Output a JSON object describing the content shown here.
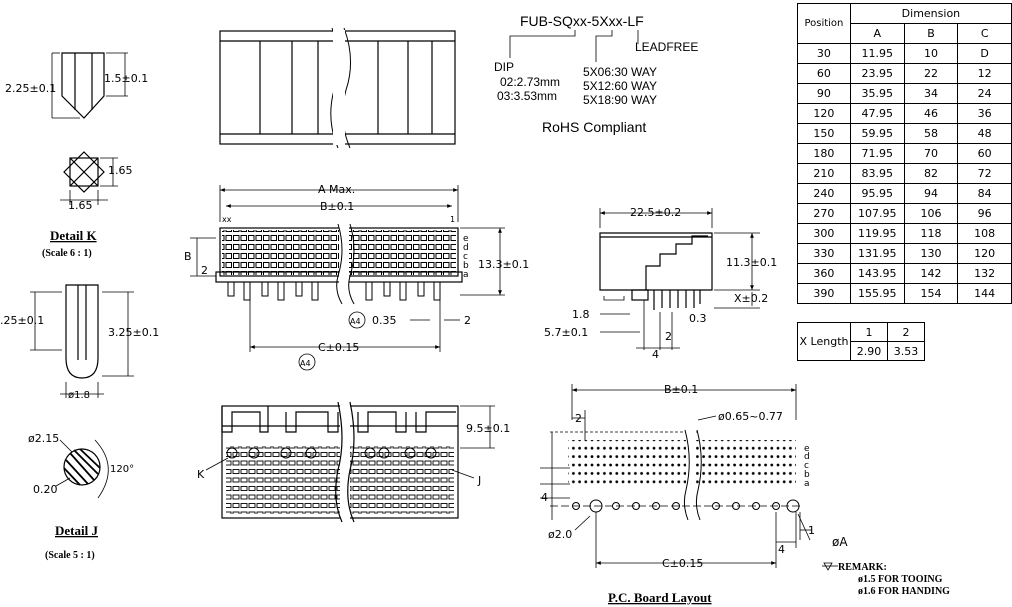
{
  "part_number": {
    "code": "FUB-SQxx-5Xxx-LF",
    "leadfree": "LEADFREE",
    "dip_title": "DIP",
    "dip_opts": [
      "02:2.73mm",
      "03:3.53mm"
    ],
    "way_opts": [
      "5X06:30 WAY",
      "5X12:60 WAY",
      "5X18:90 WAY"
    ],
    "rohs": "RoHS Compliant"
  },
  "detail_k": {
    "title": "Detail  K",
    "scale": "(Scale  6  :  1)",
    "dim_width": "2.25±0.1",
    "dim_tip": "1.5±0.1",
    "dim_sq_h": "1.65",
    "dim_sq_w": "1.65"
  },
  "detail_side": {
    "dim_left": ".25±0.1",
    "dim_right": "3.25±0.1",
    "dim_dia": "ø1.8"
  },
  "detail_j": {
    "title": "Detail  J",
    "scale": "(Scale  5  :  1)",
    "dim_dia": "ø2.15",
    "dim_angle": "120°",
    "dim_gap": "0.20"
  },
  "front_view": {
    "dim_a": "A Max.",
    "dim_b": "B±0.1",
    "dim_c": "C±0.15",
    "dim_h": "13.3±0.1",
    "dim_035": "0.35",
    "dim_2": "2",
    "label_b": "B",
    "label_2": "2",
    "label_xx": "xx",
    "label_1": "1",
    "note_a4": "A4",
    "rows": [
      "e",
      "d",
      "c",
      "b",
      "a"
    ]
  },
  "side_view": {
    "dim_width": "22.5±0.2",
    "dim_height": "11.3±0.1",
    "dim_x": "X±0.2",
    "dim_18": "1.8",
    "dim_57": "5.7±0.1",
    "dim_03": "0.3",
    "dim_2": "2",
    "dim_4": "4"
  },
  "bottom_view": {
    "dim_95": "9.5±0.1",
    "label_k": "K",
    "label_j": "J"
  },
  "pcb_layout": {
    "title": "P.C.  Board  Layout",
    "dim_b": "B±0.1",
    "dim_c": "C±0.15",
    "dim_hole": "ø0.65~0.77",
    "dim_2": "2",
    "dim_4": "4",
    "dim_4b": "4",
    "dim_1": "1",
    "dim_phi2": "ø2.0",
    "dim_phia": "øA",
    "rows": [
      "e",
      "d",
      "c",
      "b",
      "a"
    ]
  },
  "remark": {
    "title": "REMARK:",
    "lines": [
      "ø1.5  FOR  TOOING",
      "ø1.6  FOR  HANDING"
    ]
  },
  "dim_table": {
    "header_pos": "Position",
    "header_dim": "Dimension",
    "cols": [
      "A",
      "B",
      "C"
    ],
    "rows": [
      [
        "30",
        "11.95",
        "10",
        "D"
      ],
      [
        "60",
        "23.95",
        "22",
        "12"
      ],
      [
        "90",
        "35.95",
        "34",
        "24"
      ],
      [
        "120",
        "47.95",
        "46",
        "36"
      ],
      [
        "150",
        "59.95",
        "58",
        "48"
      ],
      [
        "180",
        "71.95",
        "70",
        "60"
      ],
      [
        "210",
        "83.95",
        "82",
        "72"
      ],
      [
        "240",
        "95.95",
        "94",
        "84"
      ],
      [
        "270",
        "107.95",
        "106",
        "96"
      ],
      [
        "300",
        "119.95",
        "118",
        "108"
      ],
      [
        "330",
        "131.95",
        "130",
        "120"
      ],
      [
        "360",
        "143.95",
        "142",
        "132"
      ],
      [
        "390",
        "155.95",
        "154",
        "144"
      ]
    ]
  },
  "x_table": {
    "label": "X Length",
    "cols": [
      "1",
      "2"
    ],
    "values": [
      "2.90",
      "3.53"
    ]
  }
}
